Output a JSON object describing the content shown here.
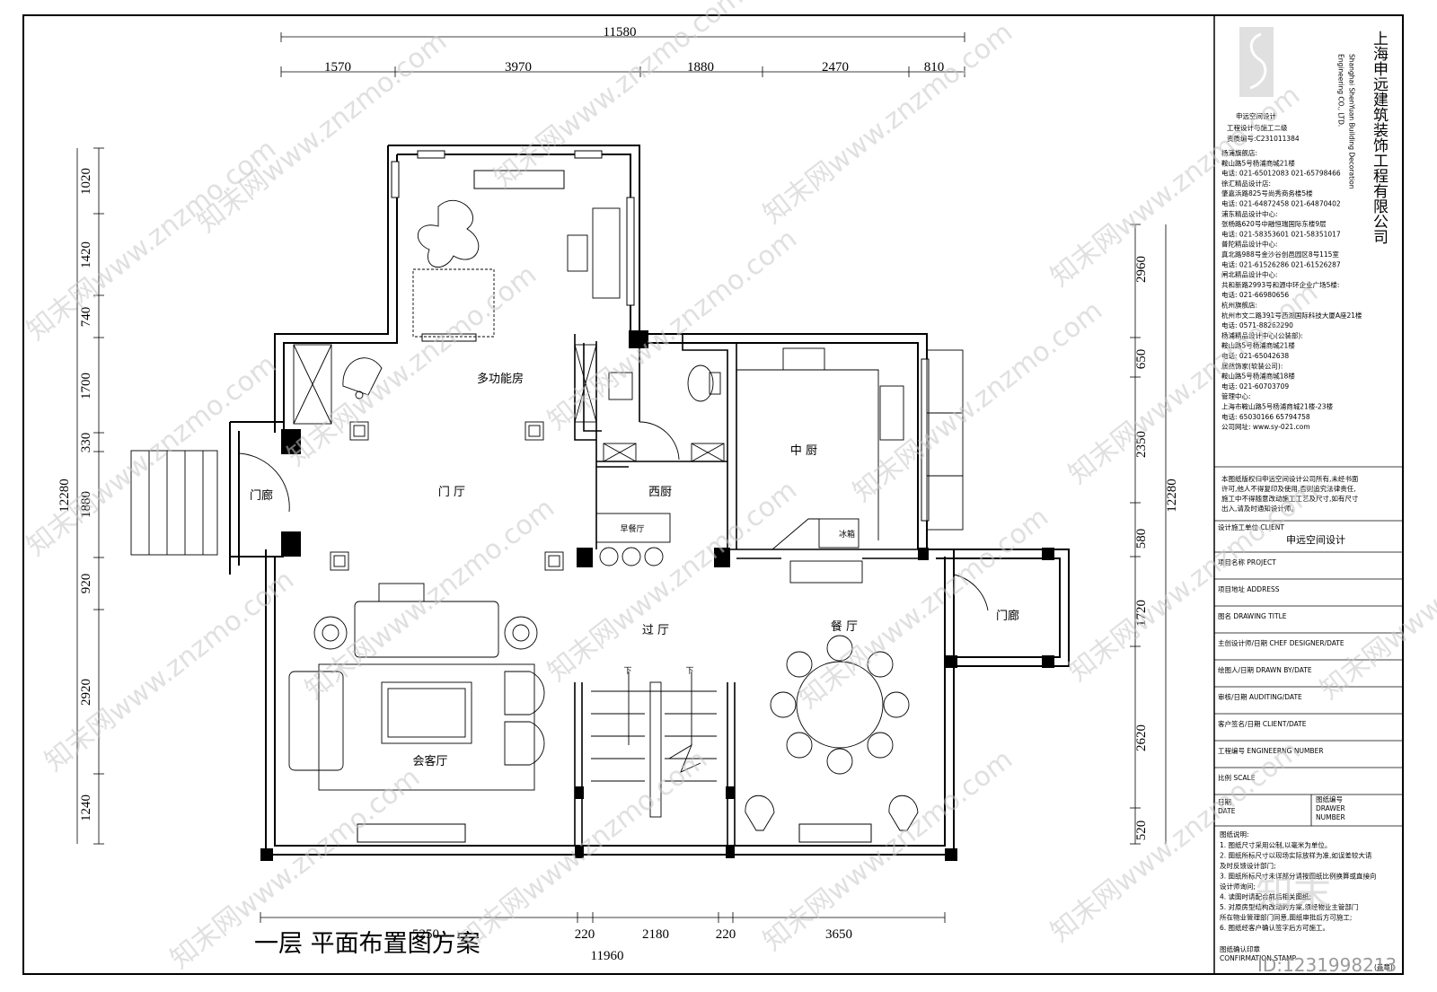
{
  "drawing": {
    "title": "一层  平面布置图方案",
    "dims_top": {
      "total": "11580",
      "segments": [
        "1570",
        "3970",
        "1880",
        "2470",
        "810"
      ]
    },
    "dims_bottom": {
      "total": "11960",
      "segments": [
        "5250",
        "220",
        "2180",
        "220",
        "3650"
      ]
    },
    "dims_left": {
      "total": "12280",
      "segments": [
        "1020",
        "1420",
        "740",
        "1700",
        "330",
        "1880",
        "920",
        "2920",
        "1240"
      ]
    },
    "dims_right": {
      "total": "12280",
      "segments": [
        "2960",
        "650",
        "2350",
        "580",
        "1720",
        "2620",
        "520"
      ]
    },
    "rooms": {
      "multi_function": "多功能房",
      "foyer": "门 厅",
      "porch_left": "门廊",
      "western_kitchen": "西厨",
      "breakfast": "早餐厅",
      "chinese_kitchen": "中 厨",
      "fridge": "冰箱",
      "hall": "过 厅",
      "dining": "餐 厅",
      "porch_right": "门廊",
      "living": "会客厅"
    },
    "stair_down_1": "下",
    "stair_down_2": "下"
  },
  "title_block": {
    "company_cn": "上海申远建筑装饰工程有限公司",
    "company_en_1": "Shanghai ShenYuan Building Decoration",
    "company_en_2": "Engineering CO., LTD.",
    "brand": "申远空间设计",
    "qualification": "工程设计与施工二级",
    "cert": "资质编号:C231011384",
    "offices": [
      "杨浦旗舰店:",
      "鞍山路5号杨浦商城21楼",
      "电话: 021-65012083 021-65798466",
      "徐汇精品设计店:",
      "肇嘉浜路825号尚秀商务楼5楼",
      "电话: 021-64872458 021-64870402",
      "浦东精品设计中心:",
      "张杨路620号中融恒瑞国际东楼9层",
      "电话: 021-58353601 021-58351017",
      "普陀精品设计中心:",
      "真北路988号金沙谷创邑园区8号115室",
      "电话: 021-61526286 021-61526287",
      "闸北精品设计中心:",
      "共和新路2993号和源中环企业广场5楼:",
      "电话: 021-66980656",
      "杭州旗舰店:",
      "杭州市文二路391号西湖国际科技大厦A座21楼",
      "电话: 0571-88262290",
      "杨浦精品设计中心(公装部):",
      "鞍山路5号杨浦商城21楼",
      "电话: 021-65042638",
      "居然饰家(软装公司):",
      "鞍山路5号杨浦商城18楼",
      "电话: 021-60703709",
      "管理中心:",
      "上海市鞍山路5号杨浦商城21楼-23楼",
      "电话: 65030166 65794758",
      "公司网址: www.sy-021.com"
    ],
    "copyright": [
      "本图纸版权归申远空间设计公司所有,未经书面",
      "许可,他人不得复印及使用,否则追究法律责任,",
      "施工中不得随意改动施工工艺及尺寸,如有尺寸",
      "出入,请及时通知设计师。"
    ],
    "client_label": "设计施工单位 CLIENT",
    "client_value": "申远空间设计",
    "fields": [
      "项目名称 PROJECT",
      "项目地址 ADDRESS",
      "图名 DRAWING TITLE",
      "主创设计师/日期 CHEF DESIGNER/DATE",
      "绘图人/日期 DRAWN BY/DATE",
      "审核/日期 AUDITING/DATE",
      "客户签名/日期 CLIENT/DATE",
      "工程编号 ENGINEERNG NUMBER",
      "比例 SCALE"
    ],
    "date_cn": "日期",
    "date_en": "DATE",
    "drawing_no_cn": "图纸编号",
    "drawing_no_en1": "DRAWER",
    "drawing_no_en2": "NUMBER",
    "notes_title": "图纸说明:",
    "notes": [
      "1. 图纸尺寸采用公制,以毫米为单位。",
      "2. 图纸所标尺寸以现场实际放样为准,如误差较大请",
      "及时反馈设计部门;",
      "3. 图纸所标尺寸未详部分请按图纸比例换算或直接向",
      "设计师询问;",
      "4. 读图时请配合前后相关图纸;",
      "5. 对原房型结构改动的方案,须经物业主管部门",
      "所在物业管理部门同意,图纸审批后方可施工;",
      "6. 图纸经客户确认签字后方可施工。"
    ],
    "confirm": "图纸确认印章",
    "stamp": "CONFIRMATION STAMP",
    "seal": "(盖章)"
  },
  "watermarks": [
    "知末网www.znzmo.com"
  ],
  "watermark_logo": "知末",
  "image_id": "ID:1231998213"
}
